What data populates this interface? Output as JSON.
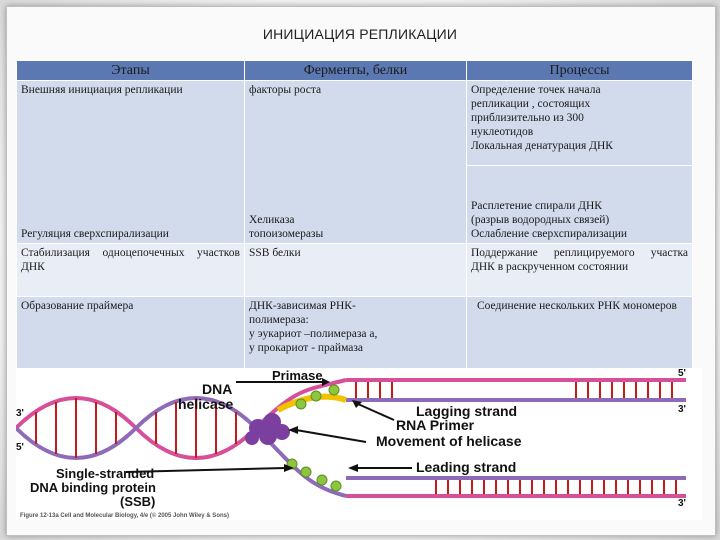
{
  "title": "ИНИЦИАЦИЯ РЕПЛИКАЦИИ",
  "table": {
    "headers": [
      "Этапы",
      "Ферменты, белки",
      "Процессы"
    ],
    "rows": [
      {
        "stage": "Внешняя инициация репликации",
        "enzymes": "факторы роста",
        "processes": "Определение точек начала\nрепликации , состоящих\nприблизительно из 300\nнуклеотидов\nЛокальная денатурация ДНК"
      },
      {
        "stage": "Регуляция сверхспирализации",
        "enzymes": "Хеликаза\nтопоизомеразы",
        "processes": "Расплетение спирали ДНК\n(разрыв водородных связей)\nОслабление сверхспирализации"
      },
      {
        "stage": "Стабилизация одноцепочечных участков ДНК",
        "enzymes": "SSB белки",
        "processes": "Поддержание реплицируемого участка ДНК в раскрученном состоянии"
      },
      {
        "stage": "Образование праймера",
        "enzymes": "ДНК-зависимая РНК-\nполимераза:\nу эукариот –полимераза а,\nу прокариот - праймаза",
        "processes": "Соединение нескольких РНК мономеров"
      }
    ]
  },
  "diagram": {
    "labels": {
      "dna_helicase_1": "DNA",
      "dna_helicase_2": "helicase",
      "primase": "Primase",
      "lagging": "Lagging strand",
      "rna_primer": "RNA Primer",
      "movement": "Movement of helicase",
      "leading": "Leading strand",
      "ssb_1": "Single-stranded",
      "ssb_2": "DNA binding protein",
      "ssb_3": "(SSB)",
      "end_5_top": "5'",
      "end_3_top": "3'",
      "end_3_bottom": "3'",
      "end_5_left": "5'",
      "end_3_left": "3'",
      "caption": "Figure 12-13a Cell and Molecular Biology, 4/e (© 2005 John Wiley & Sons)"
    },
    "colors": {
      "strand_pink": "#d64f98",
      "strand_purple": "#8e6bb8",
      "helicase": "#7b3fa0",
      "primer": "#f2c200",
      "ssb": "#8cc63e",
      "rungs": "#c41a1a",
      "arrows": "#111111"
    }
  }
}
